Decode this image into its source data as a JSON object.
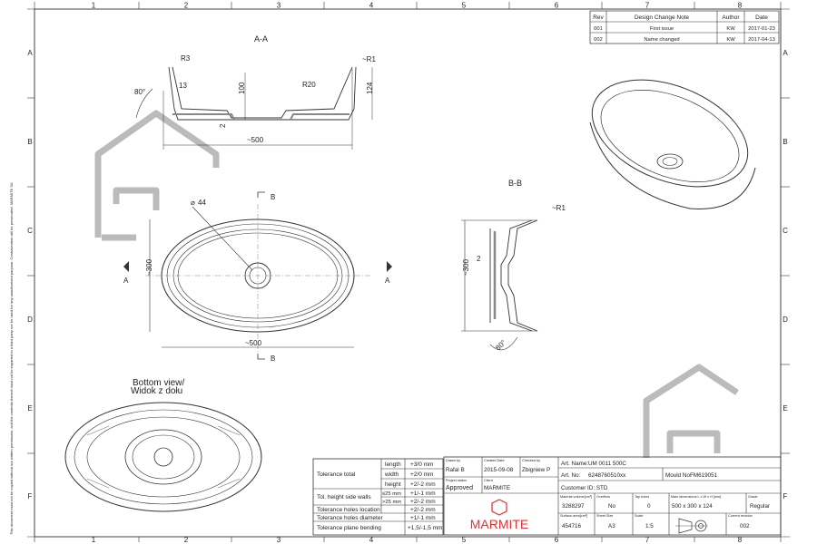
{
  "frame": {
    "columns": [
      "1",
      "2",
      "3",
      "4",
      "5",
      "6",
      "7",
      "8"
    ],
    "rows": [
      "A",
      "B",
      "C",
      "D",
      "E",
      "F"
    ]
  },
  "revisions": {
    "headers": [
      "Rev",
      "Design Change Note",
      "Author",
      "Date"
    ],
    "rows": [
      [
        "001",
        "First issue",
        "KW",
        "2017-01-23"
      ],
      [
        "002",
        "Name changed",
        "KW",
        "2017-04-13"
      ]
    ]
  },
  "views": {
    "section_aa": {
      "title": "A-A",
      "r3": "R3",
      "r1": "~R1",
      "angle": "80°",
      "wall": "13",
      "depth": "100",
      "r20": "R20",
      "height": "124",
      "floor": "2",
      "length": "~500"
    },
    "section_bb": {
      "title": "B-B",
      "r1": "~R1",
      "wall": "2",
      "width": "~300",
      "angle": "80°"
    },
    "top": {
      "drain": "44",
      "cut_b_top": "B",
      "cut_b_bottom": "B",
      "cut_a_left": "A",
      "cut_a_right": "A",
      "width": "~300",
      "length": "~500"
    },
    "bottom": {
      "title_line1": "Bottom view/",
      "title_line2": "Widok z dołu"
    }
  },
  "side_note": "This document must not be copied without our written permission, and the contents thereof must not be imparted to a third party nor be used for any unauthorised purpose. Contravention will be prosecuted. MARMITE SA",
  "tolerances": {
    "total_label": "Tolerance total",
    "total_rows": [
      [
        "length",
        "+3/0 mm"
      ],
      [
        "width",
        "+2/0 mm"
      ],
      [
        "height",
        "+2/-2 mm"
      ]
    ],
    "walls_label": "Tol. height side walls",
    "walls_rows": [
      [
        "≤25 mm",
        "+1/-1 mm"
      ],
      [
        ">25 mm",
        "+2/-2 mm"
      ]
    ],
    "holes_location": [
      "Tolerance holes location",
      "+2/-2 mm"
    ],
    "holes_diameter": [
      "Tolerance holes diameter",
      "+1/-1 mm"
    ],
    "plane_bending": [
      "Tolerance plane bending",
      "+1,5/-1,5 mm"
    ]
  },
  "title_block": {
    "drawn_by_label": "Drawn by",
    "drawn_by": "Rafal B",
    "created_label": "Created Date",
    "created": "2015-09-08",
    "checked_label": "Checked by",
    "checked": "Zbigniew P",
    "status_label": "Project status",
    "status": "Approved",
    "client_label": "Client",
    "client": "MARMITE",
    "art_name_label": "Art. Name:",
    "art_name": "UM 0011 500C",
    "art_no_label": "Art. No:",
    "art_no": "6248760510xx",
    "mould_label": "Mould No:",
    "mould": "FM619051",
    "customer_id": "Customer ID: STD",
    "material_volume_label": "Material volume[cm³]",
    "material_volume": "3288297",
    "overflow_label": "Overflow",
    "overflow": "No",
    "tapholes_label": "Tap holes",
    "tapholes": "0",
    "dimensions_label": "Main dimensions L x W x H [mm]",
    "dimensions": "500 x 300 x 124",
    "grade_label": "Grade",
    "grade": "Regular",
    "surface_area_label": "Surface area[cm²]",
    "surface_area": "454716",
    "sheet_label": "Sheet Size",
    "sheet": "A3",
    "scale_label": "Scale",
    "scale": "1:5",
    "revision_label": "Current revision",
    "revision": "002",
    "logo": "MARMITE"
  }
}
